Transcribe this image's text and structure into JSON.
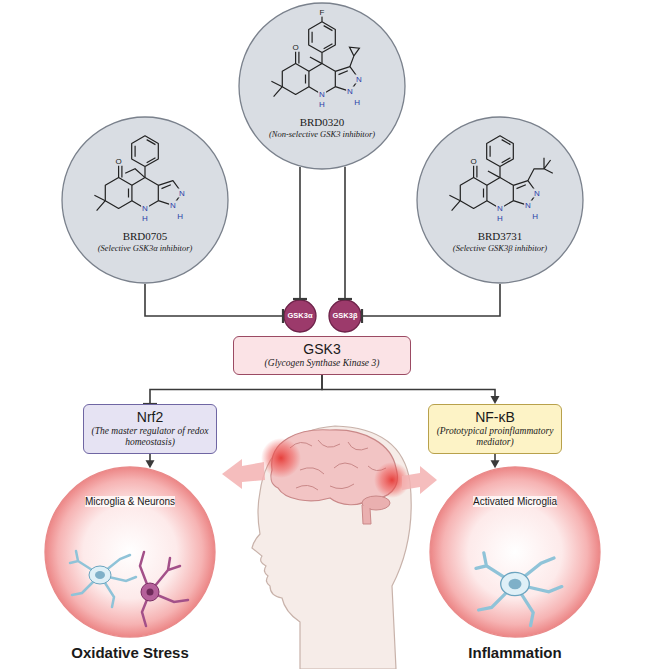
{
  "diagram": {
    "nodes": [
      {
        "text": [
          "BRD0705",
          "(Selective GSK3α inhibitor)"
        ]
      },
      {
        "text": [
          "BRD0320",
          "(Non-selective GSK3 inhibitor)"
        ]
      },
      {
        "text": [
          "BRD3731",
          "(Selective GSK3β inhibitor)"
        ]
      },
      {
        "text": [
          "GSK3α"
        ]
      },
      {
        "text": [
          "GSK3β"
        ]
      },
      {
        "text": [
          "GSK3",
          "(Glycogen Synthase Kinase 3)"
        ]
      },
      {
        "text": [
          "Nrf2",
          "(The master regulator of redox homeostasis)"
        ]
      },
      {
        "text": [
          "NF-κB",
          "(Prototypical proinflammatory mediator)"
        ]
      },
      {
        "text": [
          "Microglia & Neurons"
        ]
      },
      {
        "text": [
          "Activated Microglia"
        ]
      }
    ],
    "edges": [
      {
        "from": 0,
        "to": 3,
        "arrow": "to"
      },
      {
        "from": 1,
        "to": 3,
        "arrow": "to"
      },
      {
        "from": 1,
        "to": 4,
        "arrow": "to"
      },
      {
        "from": 2,
        "to": 4,
        "arrow": "to"
      },
      {
        "from": 5,
        "to": 6,
        "arrow": "to"
      },
      {
        "from": 5,
        "to": 7,
        "arrow": "to"
      },
      {
        "from": 6,
        "to": 8,
        "arrow": "to"
      },
      {
        "from": 7,
        "to": 9,
        "arrow": "to"
      }
    ],
    "labels": [
      "O",
      "N",
      "H",
      "N",
      "N",
      "H",
      "F",
      "O",
      "N",
      "H",
      "N",
      "N",
      "H",
      "O",
      "N",
      "H",
      "N",
      "N",
      "H",
      "Oxidative Stress",
      "Inflammation"
    ]
  }
}
